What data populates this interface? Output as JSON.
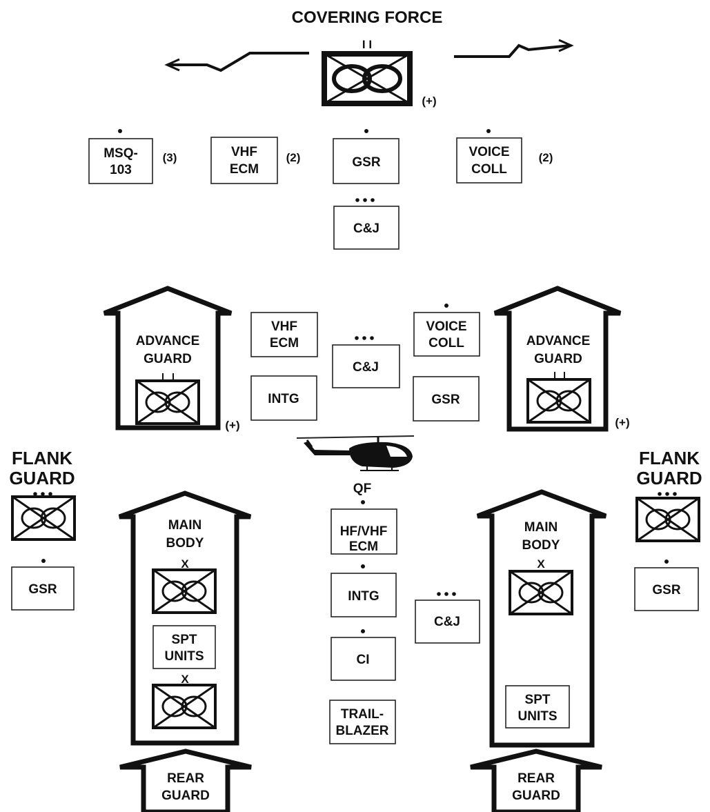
{
  "title": "COVERING FORCE",
  "covering": {
    "echelon": "I I",
    "reinforced": "(+)",
    "msq": {
      "label_line1": "MSQ-",
      "label_line2": "103",
      "count": "(3)"
    },
    "vhf_ecm": {
      "label_line1": "VHF",
      "label_line2": "ECM",
      "count": "(2)"
    },
    "gsr": {
      "label": "GSR"
    },
    "voice_coll": {
      "label_line1": "VOICE",
      "label_line2": "COLL",
      "count": "(2)"
    },
    "cj": {
      "label": "C&J"
    }
  },
  "advance": {
    "left": {
      "title_line1": "ADVANCE",
      "title_line2": "GUARD",
      "reinforced": "(+)"
    },
    "right": {
      "title_line1": "ADVANCE",
      "title_line2": "GUARD",
      "reinforced": "(+)"
    },
    "vhf_ecm": {
      "label_line1": "VHF",
      "label_line2": "ECM"
    },
    "intg": {
      "label": "INTG"
    },
    "cj": {
      "label": "C&J"
    },
    "voice_coll": {
      "label_line1": "VOICE",
      "label_line2": "COLL"
    },
    "gsr": {
      "label": "GSR"
    }
  },
  "flank": {
    "left": {
      "title_line1": "FLANK",
      "title_line2": "GUARD",
      "gsr": "GSR"
    },
    "right": {
      "title_line1": "FLANK",
      "title_line2": "GUARD",
      "gsr": "GSR"
    }
  },
  "main": {
    "left": {
      "title_line1": "MAIN",
      "title_line2": "BODY",
      "echelon_top": "X",
      "spt_line1": "SPT",
      "spt_line2": "UNITS",
      "echelon_bottom": "X"
    },
    "right": {
      "title_line1": "MAIN",
      "title_line2": "BODY",
      "echelon": "X",
      "spt_line1": "SPT",
      "spt_line2": "UNITS"
    }
  },
  "center": {
    "qf": "QF",
    "hf_vhf_ecm": {
      "label_line1": "HF/VHF",
      "label_line2": "ECM"
    },
    "intg": "INTG",
    "ci": "CI",
    "trailblazer": {
      "label_line1": "TRAIL-",
      "label_line2": "BLAZER"
    },
    "cj": "C&J"
  },
  "rear": {
    "left": {
      "title_line1": "REAR",
      "title_line2": "GUARD"
    },
    "right": {
      "title_line1": "REAR",
      "title_line2": "GUARD"
    }
  },
  "icons": [
    "lightning-arrow-icon",
    "helicopter-icon",
    "armored-cavalry-unit-icon"
  ]
}
